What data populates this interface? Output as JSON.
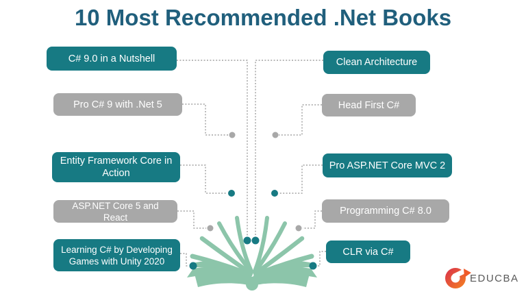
{
  "title": "10 Most Recommended .Net Books",
  "colors": {
    "title_text": "#205f7c",
    "teal_box": "#177a83",
    "gray_box": "#a8a8a8",
    "book_green": "#8cc5aa",
    "connector_gray": "#8f8f8f",
    "logo_red": "#d9304c",
    "logo_orange": "#f58220",
    "logo_text_gray": "#595959"
  },
  "books": {
    "left": [
      {
        "label": "C# 9.0 in a Nutshell",
        "style": "teal"
      },
      {
        "label": "Pro C# 9 with .Net 5",
        "style": "gray"
      },
      {
        "label": "Entity Framework Core in Action",
        "style": "teal"
      },
      {
        "label": "ASP.NET Core 5 and React",
        "style": "gray"
      },
      {
        "label": "Learning C# by Developing Games with Unity 2020",
        "style": "teal"
      }
    ],
    "right": [
      {
        "label": "Clean Architecture",
        "style": "teal"
      },
      {
        "label": "Head First C#",
        "style": "gray"
      },
      {
        "label": "Pro ASP.NET Core MVC 2",
        "style": "teal"
      },
      {
        "label": "Programming C# 8.0",
        "style": "gray"
      },
      {
        "label": "CLR via C#",
        "style": "teal"
      }
    ]
  },
  "logo": {
    "text": "EDUCBA"
  }
}
